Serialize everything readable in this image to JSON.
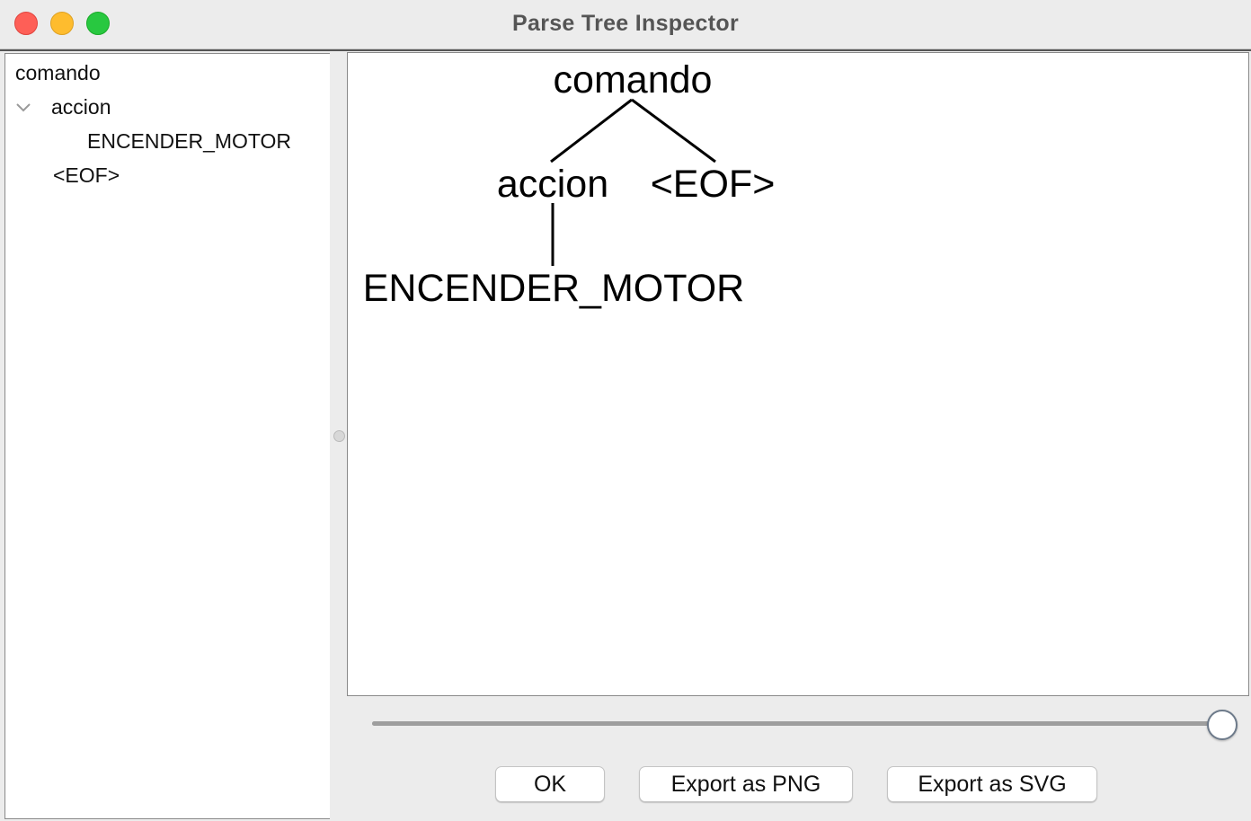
{
  "window": {
    "title": "Parse Tree Inspector"
  },
  "tree_panel": {
    "items": [
      {
        "label": "comando",
        "depth": 0
      },
      {
        "label": "accion",
        "depth": 1,
        "expanded": true
      },
      {
        "label": "ENCENDER_MOTOR",
        "depth": 2
      },
      {
        "label": "<EOF>",
        "depth": 1
      }
    ],
    "expand_icon": "chevron-down-icon"
  },
  "canvas": {
    "nodes": {
      "root": "comando",
      "accion": "accion",
      "eof": "<EOF>",
      "leaf": "ENCENDER_MOTOR"
    }
  },
  "zoom_slider": {
    "value_fraction": 1.0
  },
  "buttons": {
    "ok": "OK",
    "export_png": "Export as PNG",
    "export_svg": "Export as SVG"
  },
  "colors": {
    "close": "#fe5f57",
    "minimize": "#febc2e",
    "maximize": "#28c840"
  }
}
